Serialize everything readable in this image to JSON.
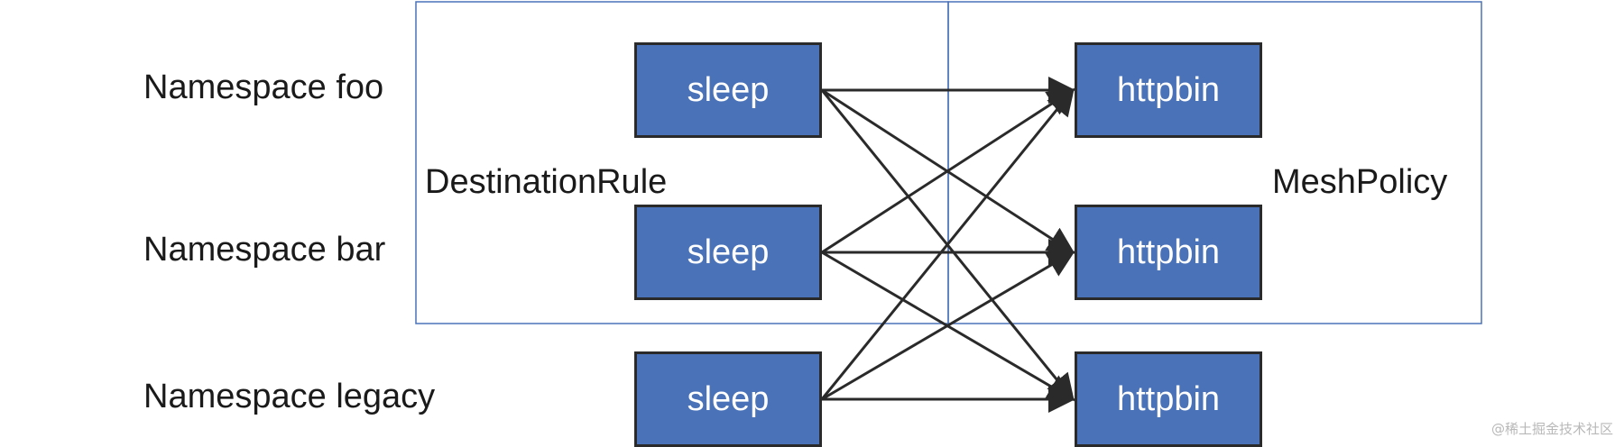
{
  "namespaces": [
    {
      "label": "Namespace foo",
      "client": "sleep",
      "server": "httpbin"
    },
    {
      "label": "Namespace bar",
      "client": "sleep",
      "server": "httpbin"
    },
    {
      "label": "Namespace legacy",
      "client": "sleep",
      "server": "httpbin"
    }
  ],
  "policies": {
    "left": "DestinationRule",
    "right": "MeshPolicy"
  },
  "colors": {
    "node_fill": "#4a72b8",
    "node_border": "#2a2a2a",
    "region_border": "#4a72b8",
    "edge": "#2a2a2a"
  },
  "watermark": "@稀土掘金技术社区"
}
